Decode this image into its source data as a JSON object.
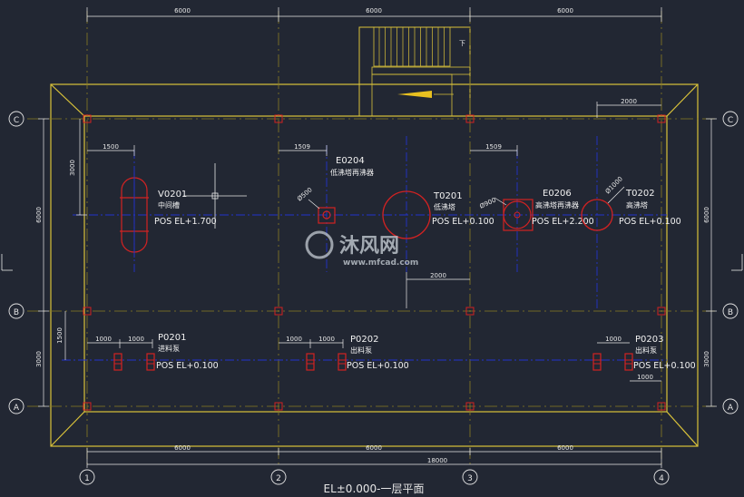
{
  "drawing": {
    "title": "EL±0.000-一层平面",
    "colors": {
      "background": "#222733",
      "wall": "#d9c23a",
      "grid": "#8a7d22",
      "axis_blue": "#2233cc",
      "equipment": "#d32222",
      "white": "#e8e8e8"
    }
  },
  "grid_axes": {
    "columns": [
      "1",
      "2",
      "3",
      "4"
    ],
    "rows": [
      "A",
      "B",
      "C"
    ]
  },
  "dimensions": {
    "top": [
      "6000",
      "6000",
      "6000"
    ],
    "bottom": [
      "6000",
      "6000",
      "6000"
    ],
    "bottom_total": "18000",
    "left": [
      "6000",
      "3000"
    ],
    "right": [
      "6000",
      "3000"
    ],
    "offset_3000": "3000",
    "offset_1500_v0201": "1500",
    "offset_1509_e0204": "1509",
    "offset_1509_e0206": "1509",
    "offset_2000_t0202": "2000",
    "offset_2000_center": "2000",
    "offset_1500_left": "1500",
    "p0201": [
      "1000",
      "1000"
    ],
    "p0202": [
      "1000",
      "1000"
    ],
    "p0203_top": "1000",
    "p0203_bottom": "1000"
  },
  "stair": {
    "down_label": "下"
  },
  "equipment": [
    {
      "tag": "V0201",
      "name": "中间槽",
      "pos": "POS EL+1.700"
    },
    {
      "tag": "E0204",
      "name": "低沸塔再沸器",
      "diameter": "Ø500"
    },
    {
      "tag": "T0201",
      "name": "低沸塔",
      "pos": "POS EL+0.100"
    },
    {
      "tag": "E0206",
      "name": "高沸塔再沸器",
      "diameter": "Ø900",
      "pos": "POS EL+2.200"
    },
    {
      "tag": "T0202",
      "name": "高沸塔",
      "diameter": "Ø1000",
      "pos": "POS EL+0.100"
    },
    {
      "tag": "P0201",
      "name": "进料泵",
      "pos": "POS EL+0.100"
    },
    {
      "tag": "P0202",
      "name": "出料泵",
      "pos": "POS EL+0.100"
    },
    {
      "tag": "P0203",
      "name": "出料泵",
      "pos": "POS EL+0.100"
    }
  ],
  "watermark": {
    "brand": "沐风网",
    "url": "www.mfcad.com"
  }
}
